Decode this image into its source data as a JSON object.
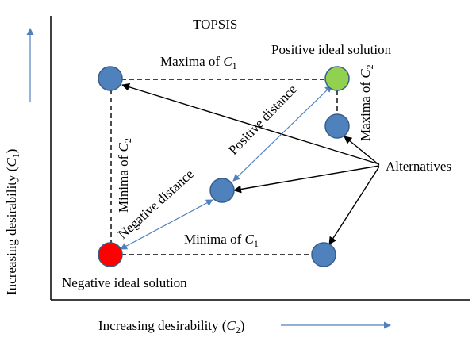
{
  "title": "TOPSIS",
  "y_axis": {
    "label_prefix": "Increasing desirability (",
    "var": "C",
    "sub": "1",
    "label_suffix": ")"
  },
  "x_axis": {
    "label_prefix": "Increasing desirability (",
    "var": "C",
    "sub": "2",
    "label_suffix": ")"
  },
  "labels": {
    "positive_ideal": "Positive ideal solution",
    "negative_ideal": "Negative ideal solution",
    "alternatives": "Alternatives",
    "positive_distance": "Positive distance",
    "negative_distance": "Negative distance",
    "maxima_c1": {
      "prefix": "Maxima of ",
      "var": "C",
      "sub": "1"
    },
    "minima_c1": {
      "prefix": "Minima of ",
      "var": "C",
      "sub": "1"
    },
    "maxima_c2": {
      "prefix": "Maxima of ",
      "var": "C",
      "sub": "2"
    },
    "minima_c2": {
      "prefix": "Minima of ",
      "var": "C",
      "sub": "2"
    }
  },
  "colors": {
    "alternative_fill": "#4f81bd",
    "alternative_stroke": "#385d8a",
    "positive_ideal_fill": "#92d050",
    "negative_ideal_fill": "#ff0000",
    "distance_arrow": "#4f81bd",
    "axis_arrow": "#4f81bd",
    "axis": "#000000"
  }
}
